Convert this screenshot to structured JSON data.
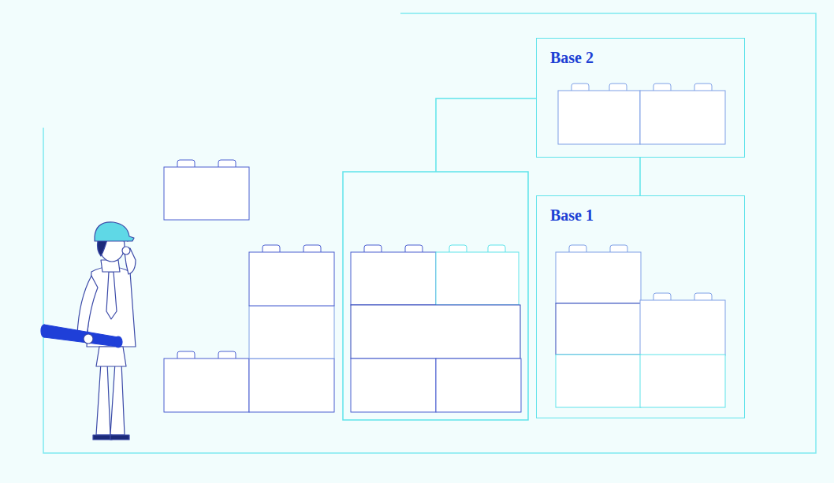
{
  "diagram": {
    "nodes": [
      {
        "text": [
          "Base 2"
        ]
      },
      {
        "text": [
          "Base 1"
        ]
      }
    ],
    "edges": [
      {
        "from": 0,
        "to": 1,
        "arrow": "none"
      }
    ]
  }
}
